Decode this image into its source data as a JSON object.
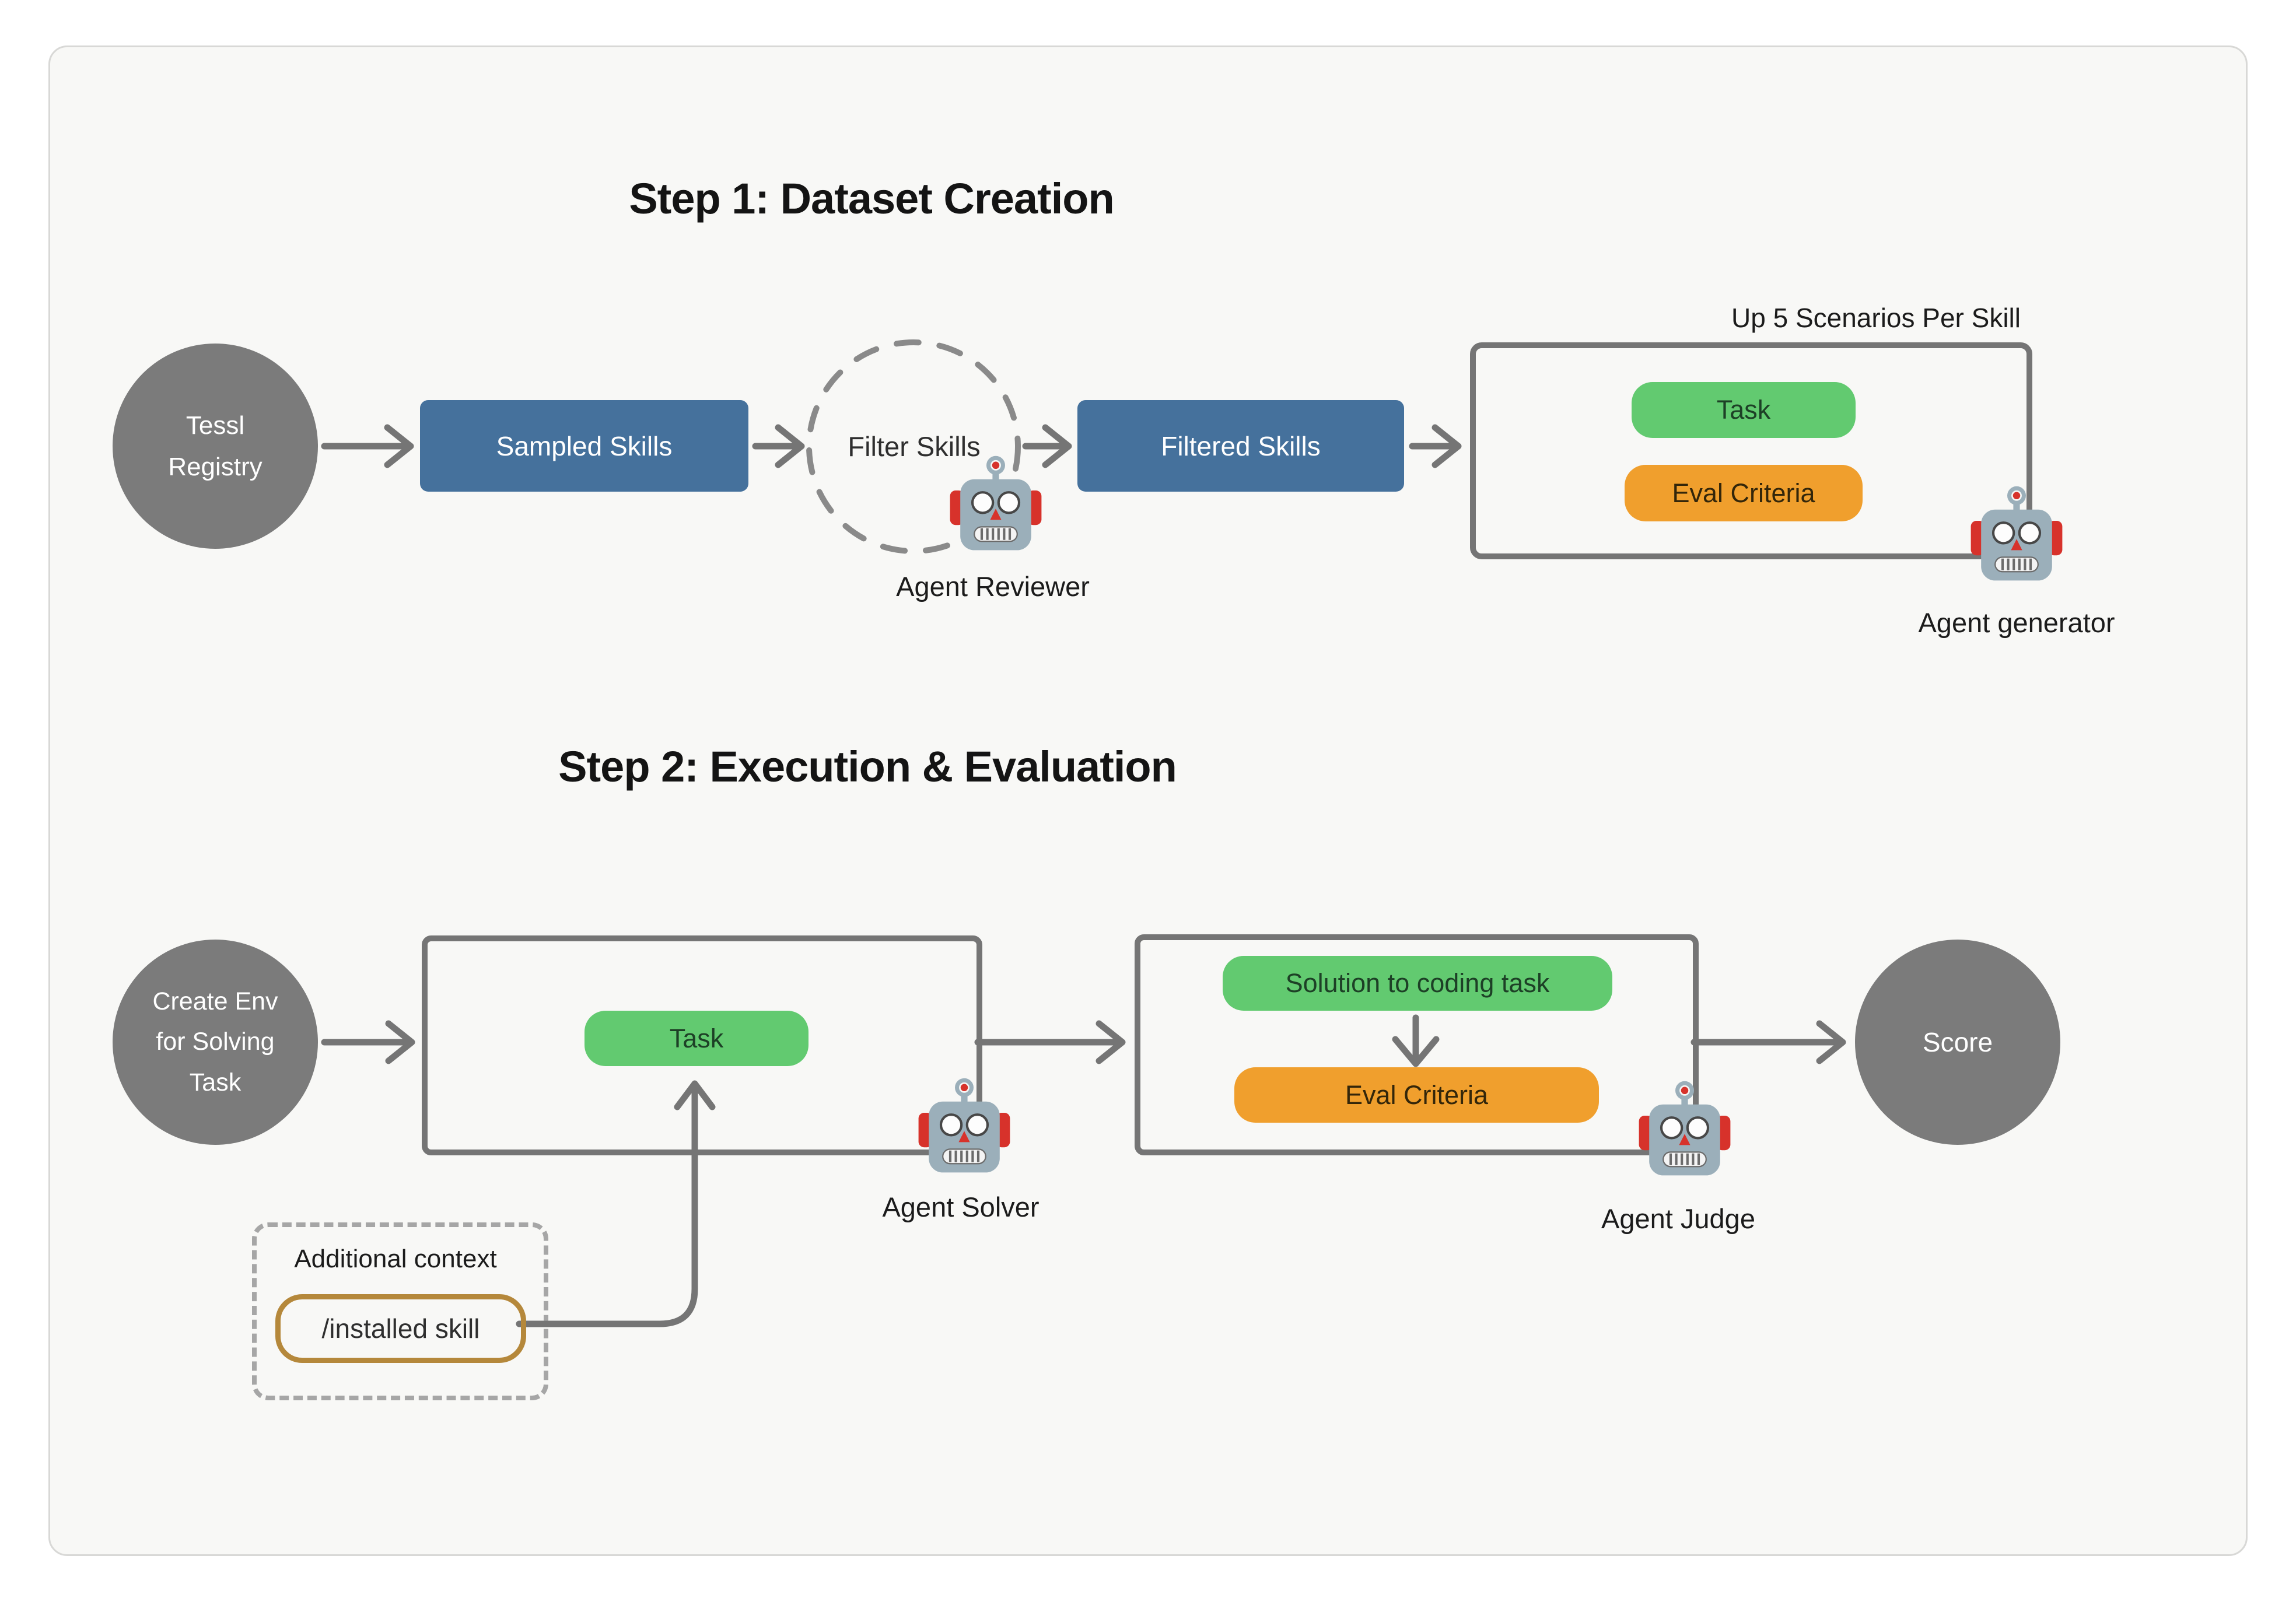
{
  "colors": {
    "node_gray": "#7b7b7b",
    "blue": "#45719c",
    "green": "#62ca70",
    "orange": "#f09f2d",
    "green_text": "#1d4026",
    "orange_text": "#33260a",
    "gold": "#b5883b",
    "line": "#757575",
    "dash": "#a6a6a6",
    "label": "#1b1b1b",
    "card_bg": "#f8f8f6",
    "card_border": "#d8d8d6"
  },
  "step1": {
    "title": "Step 1: Dataset Creation",
    "registry": "Tessl\nRegistry",
    "sampled_skills": "Sampled Skills",
    "filter_skills": "Filter Skills",
    "agent_reviewer": "Agent Reviewer",
    "filtered_skills": "Filtered Skills",
    "scenarios_note": "Up 5 Scenarios Per Skill",
    "task": "Task",
    "eval_criteria": "Eval Criteria",
    "agent_generator": "Agent generator"
  },
  "step2": {
    "title": "Step 2: Execution & Evaluation",
    "create_env": "Create Env\nfor Solving\nTask",
    "task": "Task",
    "agent_solver": "Agent Solver",
    "solution": "Solution to coding task",
    "eval_criteria": "Eval Criteria",
    "agent_judge": "Agent Judge",
    "score": "Score",
    "additional_context": "Additional context",
    "installed_skill": "/installed skill"
  }
}
